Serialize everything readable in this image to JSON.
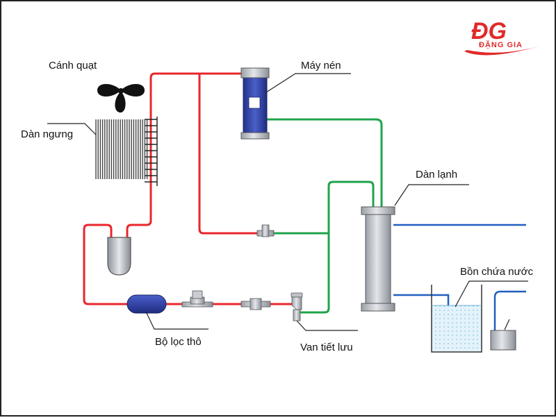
{
  "labels": {
    "fan": "Cánh quạt",
    "condenser": "Dàn ngưng",
    "compressor": "Máy nén",
    "evaporator": "Dàn lạnh",
    "water_tank": "Bồn chứa nước",
    "filter": "Bộ lọc thô",
    "expansion_valve": "Van tiết lưu"
  },
  "logo": {
    "mark": "ĐG",
    "name": "ĐẶNG GIA"
  },
  "colors": {
    "hot_line": "#e8262b",
    "cold_line": "#1fa34a",
    "water_line": "#1f5fbf",
    "compressor_body": "#3346a8",
    "filter_body": "#2c3f9e",
    "evaporator_body": "#c9cdd3",
    "tank_water": "#e3f2fb",
    "logo_red": "#e02a2a"
  }
}
